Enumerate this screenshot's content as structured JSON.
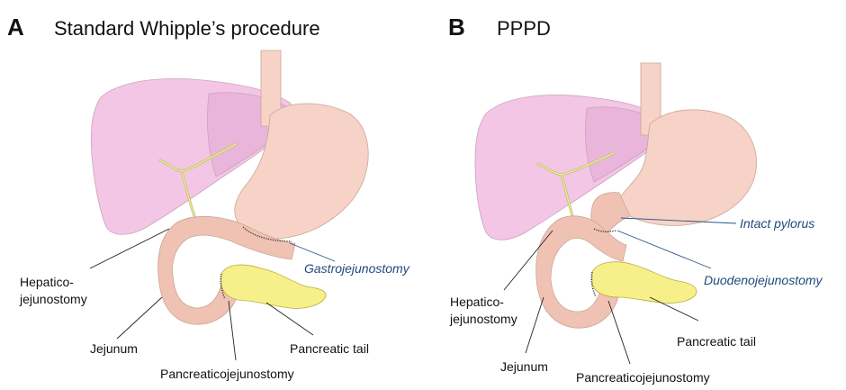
{
  "panels": [
    {
      "letter": "A",
      "title": "Standard Whipple’s procedure",
      "labels": {
        "hepatico_line1": "Hepatico-",
        "hepatico_line2": "jejunostomy",
        "gastro": "Gastrojejunostomy",
        "jejunum": "Jejunum",
        "pancreatic_tail": "Pancreatic tail",
        "pancreatico": "Pancreaticojejunostomy"
      }
    },
    {
      "letter": "B",
      "title": "PPPD",
      "labels": {
        "intact_pylorus": "Intact pylorus",
        "duodeno": "Duodenojejunostomy",
        "hepatico_line1": "Hepatico-",
        "hepatico_line2": "jejunostomy",
        "pancreatic_tail": "Pancreatic tail",
        "jejunum": "Jejunum",
        "pancreatico": "Pancreaticojejunostomy"
      }
    }
  ],
  "colors": {
    "liver": "#f4c6e6",
    "stomach_intestine": "#f6d3c6",
    "pancreas": "#f7f08a",
    "bile_duct": "#c8c46a",
    "anastomosis_label": "#1f4a7a"
  }
}
